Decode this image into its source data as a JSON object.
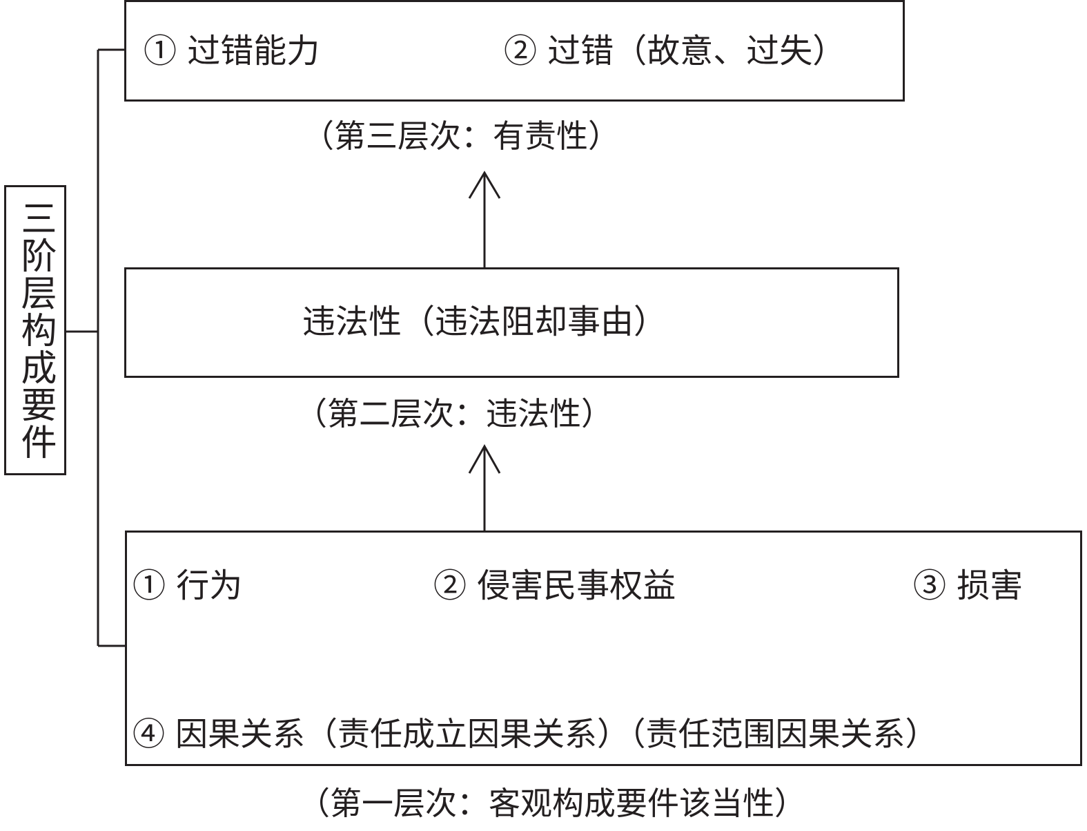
{
  "root": {
    "title": "三阶层构成要件"
  },
  "level3": {
    "item1": "① 过错能力",
    "item2": "② 过错（故意、过失）",
    "caption": "（第三层次：有责性）"
  },
  "level2": {
    "content": "违法性（违法阻却事由）",
    "caption": "（第二层次：违法性）"
  },
  "level1": {
    "item1": "① 行为",
    "item2": "② 侵害民事权益",
    "item3": "③ 损害",
    "item4": "④ 因果关系（责任成立因果关系）（责任范围因果关系）",
    "caption": "（第一层次：客观构成要件该当性）"
  }
}
